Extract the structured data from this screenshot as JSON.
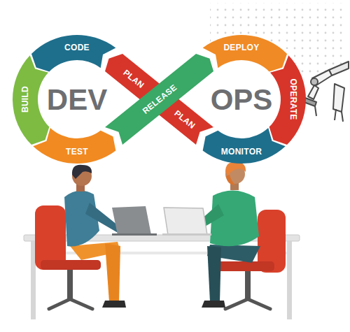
{
  "diagram": {
    "nodes": [
      {
        "text": [
          "CODE"
        ]
      },
      {
        "text": [
          "BUILD"
        ]
      },
      {
        "text": [
          "TEST"
        ]
      },
      {
        "text": [
          "PLAN"
        ]
      },
      {
        "text": [
          "RELEASE"
        ]
      },
      {
        "text": [
          "PLAN"
        ]
      },
      {
        "text": [
          "DEPLOY"
        ]
      },
      {
        "text": [
          "OPERATE"
        ]
      },
      {
        "text": [
          "MONITOR"
        ]
      }
    ],
    "labels": [
      "DEV",
      "OPS"
    ]
  }
}
